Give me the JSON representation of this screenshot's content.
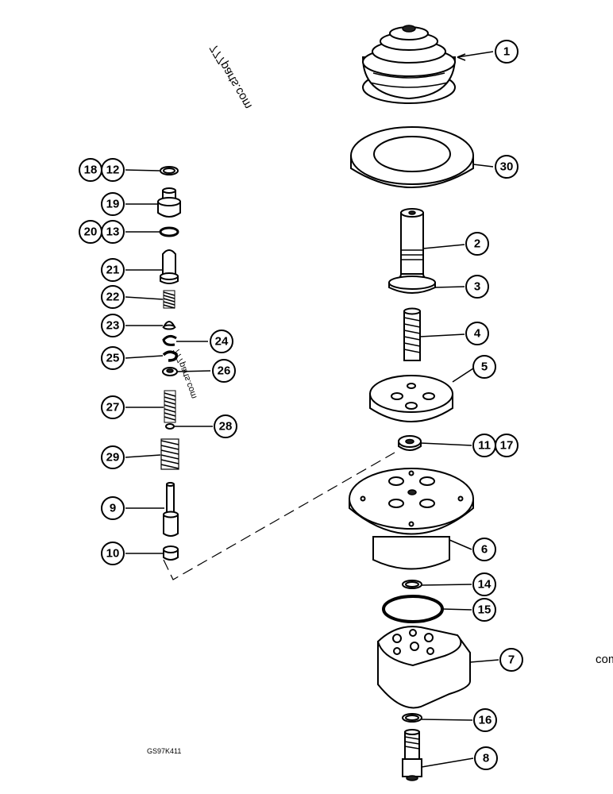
{
  "diagram": {
    "drawing_code": "GS97K411",
    "watermarks": [
      "777parts.com",
      "777parts.com",
      "com"
    ],
    "callouts": {
      "c1": "1",
      "c30": "30",
      "c2": "2",
      "c3": "3",
      "c4": "4",
      "c5": "5",
      "c11": "11",
      "c17": "17",
      "c6": "6",
      "c14": "14",
      "c15": "15",
      "c7": "7",
      "c16": "16",
      "c8": "8",
      "c18": "18",
      "c12": "12",
      "c19": "19",
      "c20": "20",
      "c13": "13",
      "c21": "21",
      "c22": "22",
      "c23": "23",
      "c24": "24",
      "c25": "25",
      "c26": "26",
      "c27": "27",
      "c28": "28",
      "c29": "29",
      "c9": "9",
      "c10": "10"
    }
  }
}
